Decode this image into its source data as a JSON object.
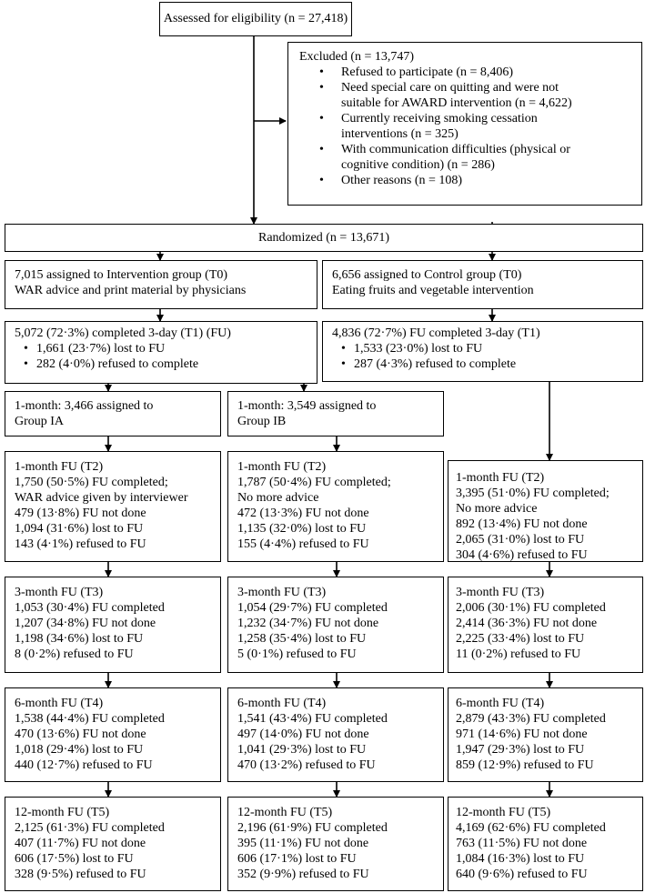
{
  "assessed": "Assessed for eligibility (n = 27,418)",
  "excluded": {
    "title": "Excluded (n = 13,747)",
    "items": [
      [
        "Refused to participate (n = 8,406)"
      ],
      [
        "Need special care on quitting and were not",
        "suitable for AWARD intervention (n = 4,622)"
      ],
      [
        "Currently receiving smoking cessation",
        "interventions (n = 325)"
      ],
      [
        "With communication difficulties (physical or",
        "cognitive condition) (n = 286)"
      ],
      [
        "Other reasons (n = 108)"
      ]
    ]
  },
  "randomized": "Randomized (n = 13,671)",
  "intervention": [
    "7,015 assigned to Intervention group (T0)",
    "WAR advice and print material by physicians"
  ],
  "control": [
    "6,656 assigned to Control group (T0)",
    "Eating fruits and vegetable intervention"
  ],
  "int_t1": {
    "title": "5,072 (72·3%) completed 3-day (T1) (FU)",
    "items": [
      "1,661 (23·7%) lost to FU",
      "282 (4·0%) refused to complete"
    ]
  },
  "ctl_t1": {
    "title": "4,836 (72·7%) FU completed 3-day (T1)",
    "items": [
      "1,533 (23·0%) lost to FU",
      "287 (4·3%) refused to complete"
    ]
  },
  "group_ia": [
    "1-month: 3,466 assigned to",
    "Group IA"
  ],
  "group_ib": [
    "1-month: 3,549 assigned to",
    "Group IB"
  ],
  "t2": [
    [
      "1-month FU (T2)",
      "1,750 (50·5%) FU completed;",
      "WAR advice given by interviewer",
      "479 (13·8%) FU not done",
      "1,094 (31·6%) lost to FU",
      "143 (4·1%) refused to FU"
    ],
    [
      "1-month FU (T2)",
      "1,787 (50·4%) FU completed;",
      "No more advice",
      "472 (13·3%) FU not done",
      "1,135 (32·0%) lost to FU",
      "155 (4·4%) refused to FU"
    ],
    [
      "1-month FU (T2)",
      "3,395 (51·0%) FU completed;",
      "No more advice",
      "892 (13·4%) FU not done",
      "2,065 (31·0%) lost to FU",
      "304 (4·6%) refused to FU"
    ]
  ],
  "t3": [
    [
      "3-month FU (T3)",
      "1,053 (30·4%) FU completed",
      "1,207 (34·8%) FU not done",
      "1,198 (34·6%) lost to FU",
      "8 (0·2%) refused to FU"
    ],
    [
      "3-month FU (T3)",
      "1,054 (29·7%) FU completed",
      "1,232 (34·7%) FU not done",
      "1,258 (35·4%) lost to FU",
      "5 (0·1%) refused to FU"
    ],
    [
      "3-month FU (T3)",
      "2,006 (30·1%) FU completed",
      "2,414 (36·3%) FU not done",
      "2,225 (33·4%) lost to FU",
      "11 (0·2%) refused to FU"
    ]
  ],
  "t4": [
    [
      "6-month FU (T4)",
      "1,538 (44·4%) FU completed",
      "470 (13·6%) FU not done",
      "1,018 (29·4%) lost to FU",
      "440 (12·7%) refused to FU"
    ],
    [
      "6-month FU (T4)",
      "1,541 (43·4%) FU completed",
      "497 (14·0%) FU not done",
      "1,041 (29·3%) lost to FU",
      "470 (13·2%) refused to FU"
    ],
    [
      "6-month FU (T4)",
      "2,879 (43·3%) FU completed",
      "971 (14·6%) FU not done",
      "1,947 (29·3%) lost to FU",
      "859 (12·9%) refused to FU"
    ]
  ],
  "t5": [
    [
      "12-month FU (T5)",
      "2,125 (61·3%) FU completed",
      "407 (11·7%) FU not done",
      "606 (17·5%) lost to FU",
      "328 (9·5%) refused to FU"
    ],
    [
      "12-month FU (T5)",
      "2,196 (61·9%) FU completed",
      "395 (11·1%) FU not done",
      "606 (17·1%) lost to FU",
      "352 (9·9%) refused to FU"
    ],
    [
      "12-month FU (T5)",
      "4,169 (62·6%) FU completed",
      "763 (11·5%) FU not done",
      "1,084 (16·3%) lost to FU",
      "640 (9·6%) refused to FU"
    ]
  ]
}
